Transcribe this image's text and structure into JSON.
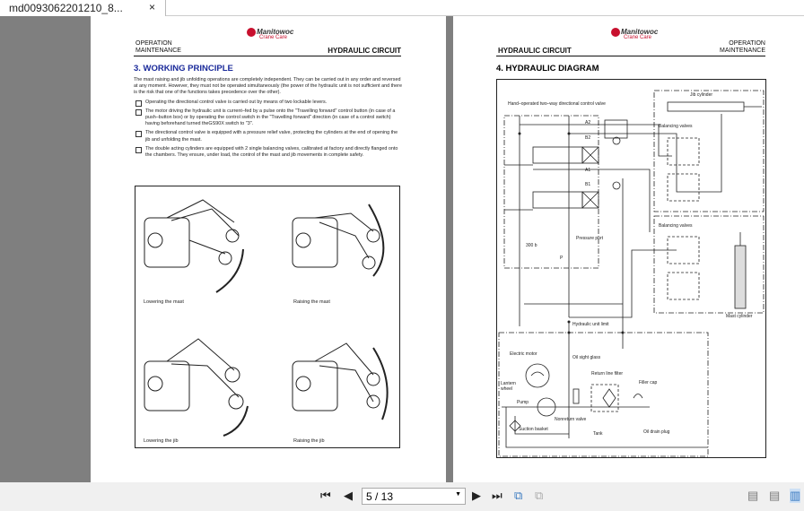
{
  "tab": {
    "title": "md0093062201210_8...",
    "close": "×"
  },
  "page_left": {
    "logo": "Manitowoc",
    "logo_sub": "Crane Care",
    "header_left": [
      "OPERATION",
      "MAINTENANCE"
    ],
    "header_right": "HYDRAULIC CIRCUIT",
    "section_title": "3. WORKING PRINCIPLE",
    "intro": "The mast raising and jib unfolding operations are completely independent. They can be carried out in any order and reversed at any moment. However, they must not be operated simultaneously (the power of the hydraulic unit is not sufficient and there is the risk that one of the functions takes precedence over the other).",
    "bullets": [
      "Operating the directional control valve is carried out by means of two lockable levers.",
      "The motor driving the hydraulic unit is current–fed by a pulse onto the \"Travelling forward\" control button (in case of a push–button box) or by operating the control switch in the \"Travelling forward\" direction (in case of a control switch) having beforehand turned theGS90X switch to \"3\".",
      "The directional control valve is equipped with a pressure relief valve, protecting the cylinders at the end of opening the jib and unfolding the mast.",
      "The double acting cylinders are equipped with 2 single balancing valves, calibrated at factory and directly flanged onto the chambers. They ensure, under load, the control of the mast and jib movements in complete safety."
    ],
    "figures": [
      "Lowering the mast",
      "Raising the mast",
      "Lowering the jib",
      "Raising the jib"
    ]
  },
  "page_right": {
    "logo": "Manitowoc",
    "logo_sub": "Crane Care",
    "header_left": "HYDRAULIC CIRCUIT",
    "header_right": [
      "OPERATION",
      "MAINTENANCE"
    ],
    "section_title": "4. HYDRAULIC DIAGRAM",
    "labels": {
      "valve": "Hand–operated two–way directional control valve",
      "jib_cyl": "Jib cylinder",
      "bal1": "Balancing valves",
      "bal2": "Balancing valves",
      "a2": "A2",
      "b2": "B2",
      "a1": "A1",
      "b1": "B1",
      "pressure_port": "Pressure port",
      "relief": "300 b",
      "p": "P",
      "mast_cyl": "Mast cylinder",
      "unit_limit": "Hydraulic unit limit",
      "motor": "Electric motor",
      "sight": "Oil sight glass",
      "filter": "Return line filter",
      "filler": "Filler cap",
      "lantern": "Lantern wheel",
      "pump": "Pump",
      "nonreturn": "Nonreturn valve",
      "suction": "Suction basket",
      "tank": "Tank",
      "drain": "Oil drain plug"
    }
  },
  "toolbar": {
    "page_value": "5 / 13",
    "first": "first-page",
    "prev": "previous-page",
    "next": "next-page",
    "last": "last-page"
  }
}
